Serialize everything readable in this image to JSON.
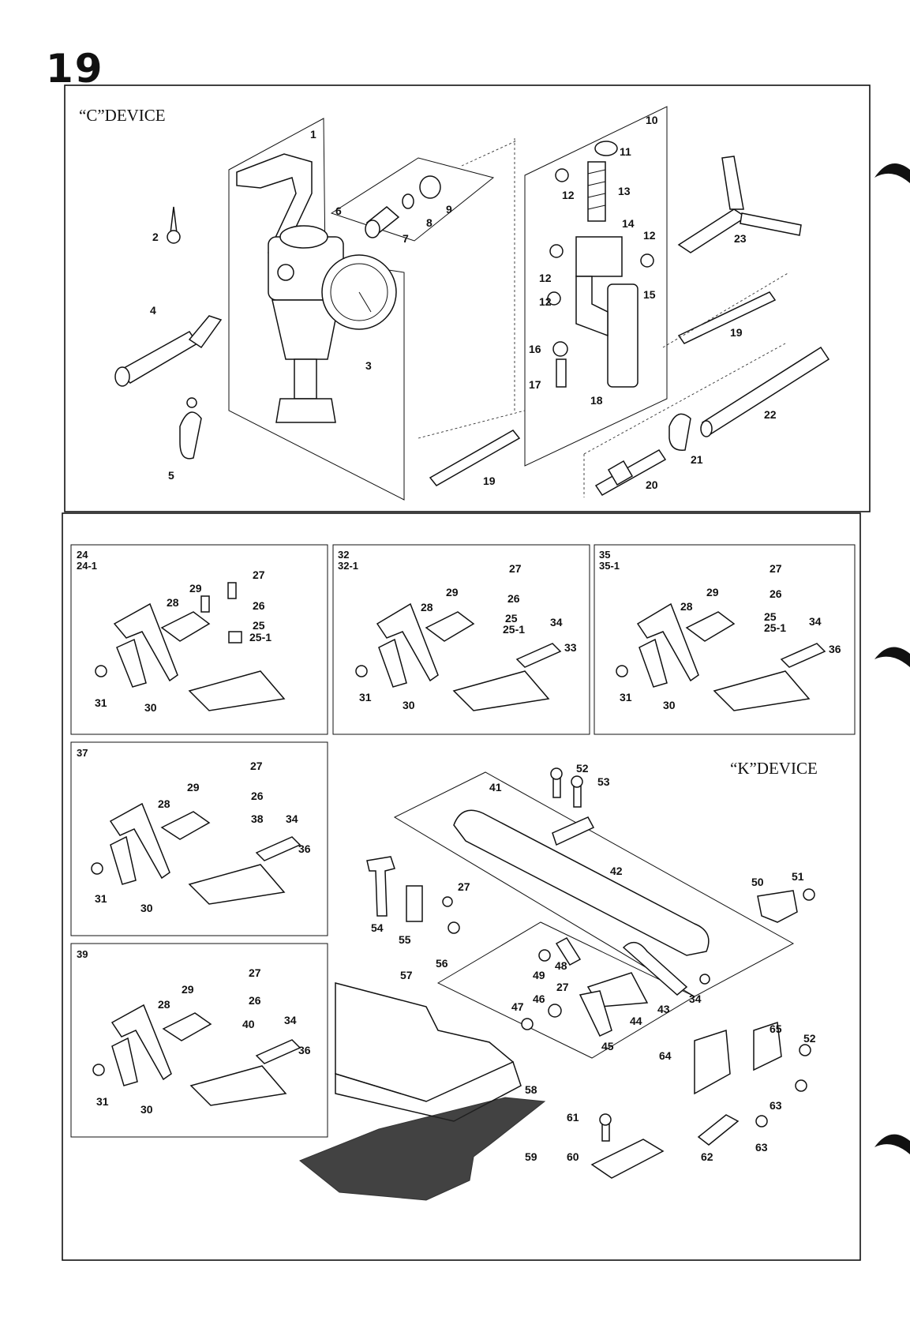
{
  "page_number": "19",
  "top_panel": {
    "title": "“C”DEVICE",
    "callouts": [
      "1",
      "2",
      "3",
      "4",
      "5",
      "6",
      "7",
      "8",
      "9",
      "10",
      "11",
      "12",
      "13",
      "14",
      "12",
      "12",
      "12",
      "15",
      "16",
      "17",
      "18",
      "19",
      "19",
      "20",
      "21",
      "22",
      "23"
    ]
  },
  "boxes": {
    "box24": {
      "labels": [
        "24",
        "24-1"
      ],
      "callouts": [
        "27",
        "29",
        "28",
        "26",
        "25",
        "25-1",
        "31",
        "30"
      ]
    },
    "box32": {
      "labels": [
        "32",
        "32-1"
      ],
      "callouts": [
        "27",
        "29",
        "26",
        "28",
        "25",
        "34",
        "25-1",
        "33",
        "31",
        "30"
      ]
    },
    "box35": {
      "labels": [
        "35",
        "35-1"
      ],
      "callouts": [
        "27",
        "29",
        "26",
        "28",
        "25",
        "34",
        "25-1",
        "36",
        "31",
        "30"
      ]
    },
    "box37": {
      "labels": [
        "37"
      ],
      "callouts": [
        "27",
        "29",
        "26",
        "28",
        "38",
        "34",
        "36",
        "31",
        "30"
      ]
    },
    "box39": {
      "labels": [
        "39"
      ],
      "callouts": [
        "27",
        "29",
        "26",
        "28",
        "40",
        "34",
        "36",
        "31",
        "30"
      ]
    }
  },
  "k_device": {
    "title": "“K”DEVICE",
    "callouts": [
      "52",
      "53",
      "41",
      "42",
      "50",
      "51",
      "27",
      "54",
      "55",
      "56",
      "57",
      "49",
      "48",
      "27",
      "46",
      "47",
      "45",
      "44",
      "43",
      "34",
      "65",
      "52",
      "64",
      "63",
      "58",
      "61",
      "63",
      "62",
      "60",
      "59"
    ]
  }
}
